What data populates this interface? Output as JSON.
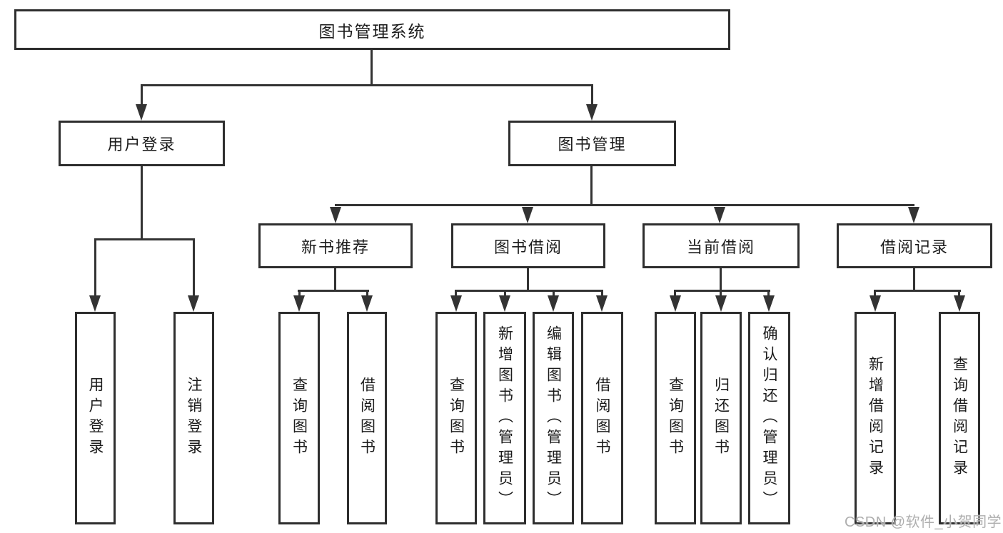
{
  "diagram": {
    "type": "hierarchy-tree",
    "colors": {
      "line": "#333333",
      "border": "#2e2e2e",
      "text": "#1b1b1b",
      "watermark": "#aeaeae",
      "background": "#ffffff"
    },
    "tree": {
      "root": {
        "label": "图书管理系统",
        "children": [
          {
            "label": "用户登录",
            "children": [
              {
                "label": "用户登录"
              },
              {
                "label": "注销登录"
              }
            ]
          },
          {
            "label": "图书管理",
            "children": [
              {
                "label": "新书推荐",
                "children": [
                  {
                    "label": "查询图书"
                  },
                  {
                    "label": "借阅图书"
                  }
                ]
              },
              {
                "label": "图书借阅",
                "children": [
                  {
                    "label": "查询图书"
                  },
                  {
                    "label": "新增图书（管理员）"
                  },
                  {
                    "label": "编辑图书（管理员）"
                  },
                  {
                    "label": "借阅图书"
                  }
                ]
              },
              {
                "label": "当前借阅",
                "children": [
                  {
                    "label": "查询图书"
                  },
                  {
                    "label": "归还图书"
                  },
                  {
                    "label": "确认归还（管理员）"
                  }
                ]
              },
              {
                "label": "借阅记录",
                "children": [
                  {
                    "label": "新增借阅记录"
                  },
                  {
                    "label": "查询借阅记录"
                  }
                ]
              }
            ]
          }
        ]
      }
    },
    "watermark": {
      "text": "CSDN @软件_小贺同学"
    }
  }
}
